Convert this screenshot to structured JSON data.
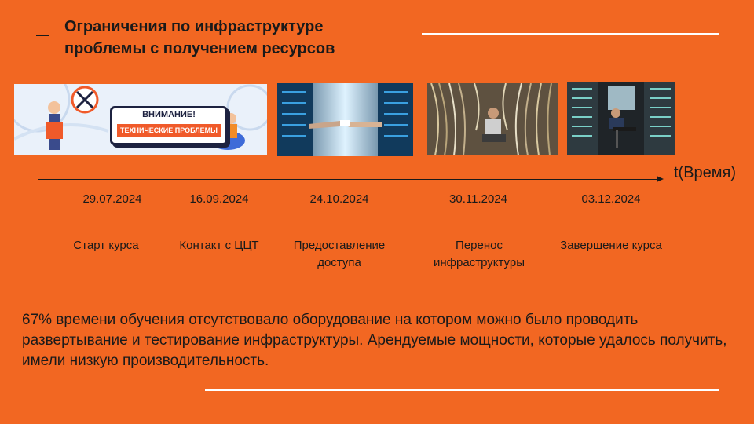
{
  "slide": {
    "title_line1": "Ограничения по инфраструктуре",
    "title_line2": "проблемы с получением ресурсов",
    "accent_color": "#F26722"
  },
  "banner": {
    "warning_title": "ВНИМАНИЕ!",
    "warning_subtitle": "ТЕХНИЧЕСКИЕ ПРОБЛЕМЫ"
  },
  "timeline": {
    "axis_label": "t(Время)",
    "events": [
      {
        "date": "29.07.2024",
        "label": "Старт курса"
      },
      {
        "date": "16.09.2024",
        "label": "Контакт с ЦЦТ"
      },
      {
        "date": "24.10.2024",
        "label": "Предоставление доступа"
      },
      {
        "date": "30.11.2024",
        "label": "Перенос инфраструктуры"
      },
      {
        "date": "03.12.2024",
        "label": "Завершение курса"
      }
    ]
  },
  "summary": {
    "text": "67%  времени обучения отсутствовало оборудование на котором можно было проводить развертывание и тестирование инфраструктуры. Арендуемые мощности, которые удалось получить, имели низкую производительность."
  }
}
